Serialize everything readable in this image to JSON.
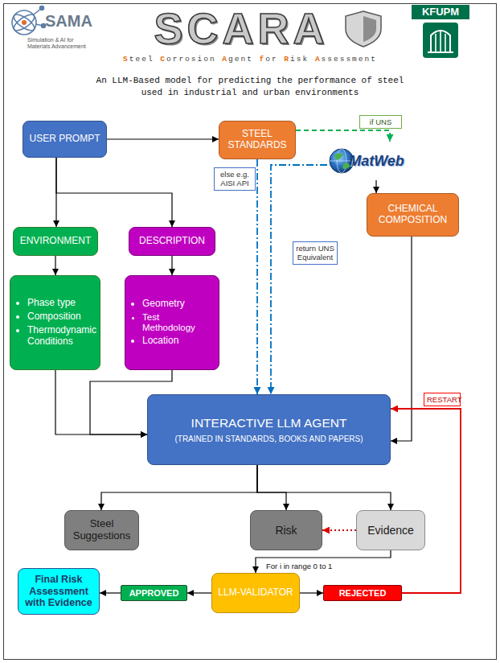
{
  "diagram": {
    "title": "SCARA",
    "nodes": [
      {
        "text": [
          "USER PROMPT"
        ]
      },
      {
        "text": [
          "STEEL STANDARDS"
        ]
      },
      {
        "text": [
          "MatWeb"
        ]
      },
      {
        "text": [
          "ENVIRONMENT"
        ]
      },
      {
        "text": [
          "DESCRIPTION"
        ]
      },
      {
        "text": [
          "CHEMICAL COMPOSITION"
        ]
      },
      {
        "text": [
          "Phase type",
          "Composition",
          "Thermodynamic Conditions"
        ]
      },
      {
        "text": [
          "Geometry",
          "Test Methodology",
          "Location"
        ]
      },
      {
        "text": [
          "INTERACTIVE LLM AGENT",
          "(TRAINED IN STANDARDS, BOOKS AND PAPERS)"
        ]
      },
      {
        "text": [
          "Steel Suggestions"
        ]
      },
      {
        "text": [
          "Risk"
        ]
      },
      {
        "text": [
          "Evidence"
        ]
      },
      {
        "text": [
          "Final Risk Assessment with Evidence"
        ]
      },
      {
        "text": [
          "APPROVED"
        ]
      },
      {
        "text": [
          "LLM-VALIDATOR"
        ]
      },
      {
        "text": [
          "REJECTED"
        ]
      }
    ],
    "edges": [
      {
        "from": 0,
        "to": 1,
        "arrow": "to"
      },
      {
        "from": 0,
        "to": 3,
        "arrow": "to"
      },
      {
        "from": 0,
        "to": 4,
        "arrow": "to"
      },
      {
        "from": 3,
        "to": 6,
        "arrow": "to"
      },
      {
        "from": 4,
        "to": 7,
        "arrow": "to"
      },
      {
        "from": 1,
        "to": 2,
        "label": "if UNS",
        "arrow": "to"
      },
      {
        "from": 1,
        "to": 8,
        "label": "else e.g. AISI API",
        "arrow": "to"
      },
      {
        "from": 2,
        "to": 8,
        "label": "return UNS Equivalent",
        "arrow": "to"
      },
      {
        "from": 2,
        "to": 5,
        "arrow": "to"
      },
      {
        "from": 5,
        "to": 8,
        "arrow": "to"
      },
      {
        "from": 6,
        "to": 8,
        "arrow": "to"
      },
      {
        "from": 7,
        "to": 8,
        "arrow": "to"
      },
      {
        "from": 8,
        "to": 9,
        "arrow": "to"
      },
      {
        "from": 8,
        "to": 10,
        "arrow": "to"
      },
      {
        "from": 8,
        "to": 11,
        "arrow": "to"
      },
      {
        "from": 11,
        "to": 10,
        "arrow": "to"
      },
      {
        "from": 11,
        "to": 14,
        "label": "For i in range 0 to 1",
        "arrow": "to"
      },
      {
        "from": 14,
        "to": 13,
        "arrow": "to"
      },
      {
        "from": 13,
        "to": 12,
        "arrow": "to"
      },
      {
        "from": 14,
        "to": 15,
        "arrow": "to"
      },
      {
        "from": 15,
        "to": 8,
        "label": "RESTART",
        "arrow": "to"
      }
    ],
    "labels": [
      "SAMA",
      "Simulation & AI for Materials Advancement",
      "Steel Corrosion Agent for Risk Assessment",
      "KFUPM",
      "An LLM-Based model for predicting the performance of steel used in industrial and urban environments"
    ]
  }
}
